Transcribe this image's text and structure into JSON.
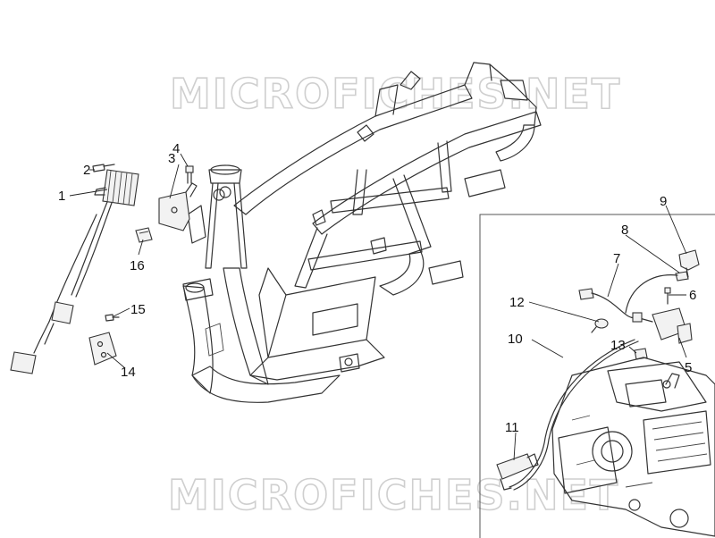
{
  "watermark": {
    "top_text": "MICROFICHES.NET",
    "bottom_text": "MICROFICHES.NET"
  },
  "callouts": {
    "c1": "1",
    "c2": "2",
    "c3": "3",
    "c4": "4",
    "c5": "5",
    "c6": "6",
    "c7": "7",
    "c8": "8",
    "c9": "9",
    "c10": "10",
    "c11": "11",
    "c12": "12",
    "c13": "13",
    "c14": "14",
    "c15": "15",
    "c16": "16"
  },
  "colors": {
    "line": "#333333",
    "watermark": "#cfcfcf",
    "background": "#ffffff"
  }
}
